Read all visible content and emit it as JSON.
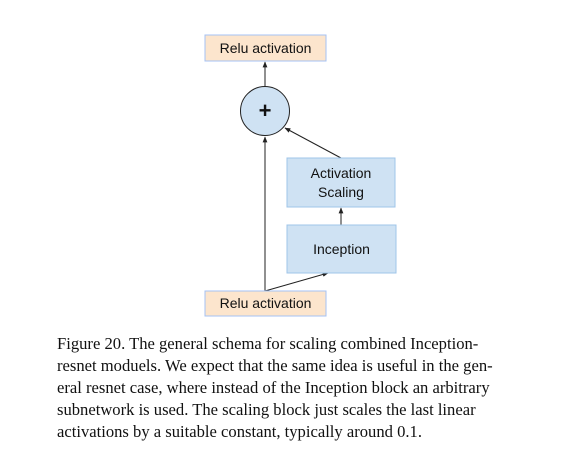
{
  "diagram": {
    "top_box_label": "Relu activation",
    "bottom_box_label": "Relu activation",
    "sum_symbol": "+",
    "scaling_label_line1": "Activation",
    "scaling_label_line2": "Scaling",
    "inception_label": "Inception",
    "colors": {
      "relu_fill": "#fce5cd",
      "relu_stroke": "#a4c2f4",
      "block_fill": "#cfe2f3",
      "block_stroke": "#9fc5e8",
      "sum_fill": "#cfe2f3",
      "line": "#222222"
    }
  },
  "caption": {
    "lines": [
      "Figure 20. The general schema for scaling combined Inception-",
      "resnet moduels. We expect that the same idea is useful in the gen-",
      "eral resnet case, where instead of the Inception block an arbitrary",
      "subnetwork is used.  The scaling block just scales the last linear",
      "activations by a suitable constant, typically around 0.1."
    ]
  }
}
